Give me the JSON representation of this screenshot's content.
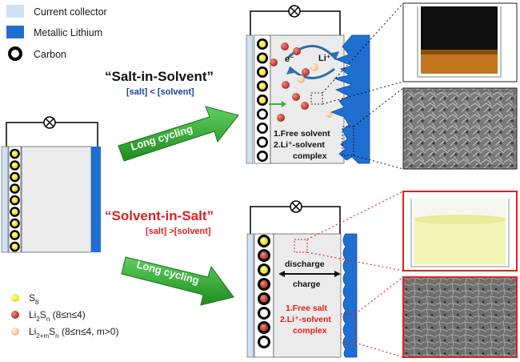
{
  "legend": {
    "items": [
      {
        "label": "Current collector",
        "color": "#cfe1f2"
      },
      {
        "label": "Metallic Lithium",
        "color": "#1f6fd1"
      },
      {
        "label": "Carbon",
        "color": "#000000"
      }
    ]
  },
  "species": {
    "items": [
      {
        "label": "S",
        "sub": "8",
        "rest": "",
        "color": "#f3ec26"
      },
      {
        "label": "Li",
        "sub": "2",
        "mid": "S",
        "sub2": "n",
        "rest": " (8≤n≤4)",
        "color": "#b7322a"
      },
      {
        "label": "Li",
        "sub": "2+m",
        "mid": "S",
        "sub2": "n",
        "rest": " (8≤n≤4,  m>0)",
        "color": "#f0c7a0"
      }
    ]
  },
  "top_scheme": {
    "title": "“Salt-in-Solvent”",
    "subtitle": "[salt] < [solvent]",
    "arrow_label": "Long cycling",
    "note_line1": "1.Free solvent",
    "note_line2": "2.Li⁺-solvent",
    "note_line3": "complex",
    "electron_label": "e⁻",
    "li_label": "Li⁺"
  },
  "bottom_scheme": {
    "title": "“Solvent-in-Salt”",
    "subtitle": "[salt] >[solvent]",
    "arrow_label": "Long cycling",
    "discharge_label": "discharge",
    "charge_label": "charge",
    "note_line1": "1.Free salt",
    "note_line2": "2.Li⁺-solvent",
    "note_line3": "complex"
  },
  "colors": {
    "collector": "#cfe1f2",
    "lithium": "#1f6fd1",
    "sulfur": "#f3ec26",
    "polysulfide": "#b7322a",
    "green_arrow": "#2fa52f",
    "red_accent": "#e02020"
  }
}
